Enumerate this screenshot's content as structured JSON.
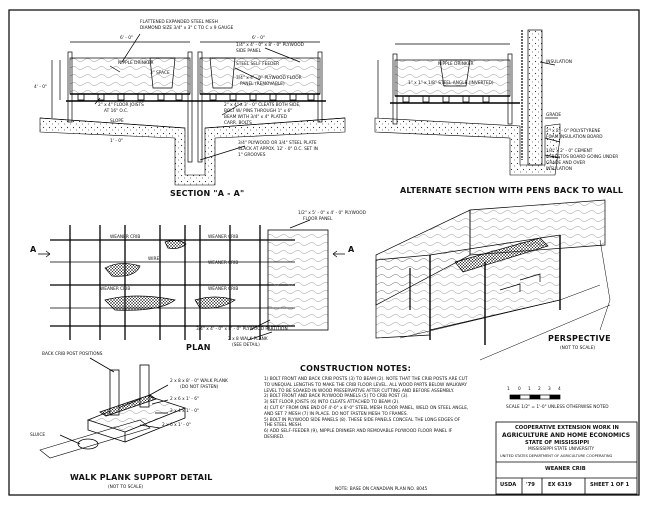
{
  "titles": {
    "section_aa": "SECTION \"A - A\"",
    "alternate": "ALTERNATE SECTION WITH PENS BACK TO WALL",
    "plan": "PLAN",
    "perspective": "PERSPECTIVE",
    "perspective_note": "(NOT TO SCALE)",
    "walk_plank": "WALK PLANK SUPPORT DETAIL",
    "walk_plank_note": "(NOT TO SCALE)",
    "construction_notes": "CONSTRUCTION NOTES:"
  },
  "section_labels": {
    "dim_top_left": "6' - 0\"",
    "dim_top_right": "6' - 0\"",
    "expanded_mesh": "FLATTENED EXPANDED STEEL MESH",
    "expanded_mesh_2": "DIAMOND SIZE 3/4\" x 3\" C TO C x 9 GAUGE",
    "nipple_drinker_left": "NIPPLE DRINKER",
    "plywood_side": "1/4\" x 4' - 0\" x 8' - 0\" PLYWOOD",
    "plywood_side_2": "SIDE PANEL",
    "steel_feeder": "STEEL SELF FEEDER",
    "space": "3\" SPACE",
    "floor_joists": "2\" x 4\" FLOOR JOISTS",
    "floor_joists_2": "AT 16\" O.C.",
    "slope": "SLOPE",
    "floor_panel": "3/4\" x 4' - 0\" PLYWOOD FLOOR",
    "floor_panel_2": "PANEL (REMOVABLE)",
    "cleats": "2\" x 4\" x 3' - 0\" CLEATS BOTH SIDE,",
    "cleats_2": "BOLT W/ PINS THROUGH 1\" x 6\"",
    "cleats_3": "BEAM WITH 3/4\" x 4\" PLATED",
    "cleats_4": "CARR. BOLTS",
    "plywood_slat": "3/4\" PLYWOOD OR 3/4\" STEEL PLATE",
    "plywood_slat_2": "SLACK AT APPOX. 12' - 0\" O.C. SET IN",
    "plywood_slat_3": "1\" GROOVES",
    "dim_left_height": "4' - 0\"",
    "dim_small": "1' - 0\"",
    "insulation": "INSULATION",
    "grade": "GRADE",
    "polystyrene": "2\" x 2' - 0\" POLYSTYRENE",
    "polystyrene_2": "FOAM INSULATION BOARD",
    "cement": "1/4\" x 2' - 0\" CEMENT",
    "cement_2": "ASBESTOS BOARD GOING UNDER",
    "cement_3": "GRADE AND OVER",
    "cement_4": "INSULATION",
    "nipple_drinker_right": "NIPPLE DRINKER",
    "angle_inverted": "1\" x 1\" x 1/8\" STEEL ANGLE (INVERTED)"
  },
  "plan_labels": {
    "weaner_crib_1": "WEANER CRIB",
    "weaner_crib_2": "WEANER CRIB",
    "weaner_crib_3": "WEANER CRIB",
    "weaner_crib_4": "WEANER CRIB",
    "weaner_crib_5": "WEANER CRIB",
    "wire": "WIRE",
    "section_marker": "A",
    "plywood_floor": "1/2\" x 5' - 0\" x 4' - 0\" PLYWOOD",
    "plywood_floor_2": "FLOOR PANEL",
    "partition": "3/4\" x 4' - 0\" x 8' - 0\" PLYWOOD PARTITION",
    "walk_plank": "2 x 8 WALK PLANK",
    "walk_plank_2": "(SEE DETAIL)"
  },
  "detail_labels": {
    "back_crib": "BACK CRIB POST POSITIONS",
    "walk_plank": "2 x 8 x 8' - 0\" WALK PLANK",
    "walk_plank_2": "(DO NOT FASTEN)",
    "block_1": "2 x 6 x 1' - 6\"",
    "block_2": "2 x 4 x 1' - 0\"",
    "sluice": "SLUICE",
    "block_3": "2 x 6 x 1' - 0\""
  },
  "notes": [
    "1)  BOLT FRONT AND BACK CRIB POSTS (3) TO BEAM (2). NOTE THAT THE CRIB POSTS ARE CUT TO UNEQUAL LENGTHS TO MAKE THE CRIB FLOOR LEVEL. ALL WOOD PARTS BELOW WALKWAY LEVEL TO BE SOAKED IN WOOD PRESERVATIVE AFTER CUTTING AND BEFORE ASSEMBLY.",
    "2)  BOLT FRONT AND BACK PLYWOOD PANELS (5) TO CRIB POST (3).",
    "3)  SET FLOOR JOISTS (6) INTO CLEATS ATTACHED TO BEAM (2).",
    "4)  CUT 6\" FROM ONE END OF 4'-0\" x 8'-0\" STEEL MESH FLOOR PANEL, WELD ON STEEL ANGLE, AND SET 7 MESH (7) IN PLACE. DO NOT FASTEN MESH TO FRAMES.",
    "5)  BOLT IN PLYWOOD SIDE PANELS (8). THESE SIDE PANELS CONCEAL THE LONG EDGES OF THE STEEL MESH.",
    "6)  ADD SELF-FEEDER (9), NIPPLE DRINKER AND REMOVABLE PLYWOOD FLOOR PANEL IF DESIRED."
  ],
  "footnote": "NOTE: BASE ON CANADIAN PLAN NO. 8045",
  "scale": {
    "label": "SCALE 1/2\" = 1'-0\" UNLESS OTHERWISE NOTED",
    "ticks": [
      "1",
      "0",
      "1",
      "2",
      "3",
      "4"
    ]
  },
  "title_block": {
    "line1": "COOPERATIVE EXTENSION WORK IN",
    "line2": "AGRICULTURE AND HOME ECONOMICS",
    "line3": "STATE OF MISSISSIPPI",
    "line4": "MISSISSIPPI STATE UNIVERSITY",
    "line5": "UNITED STATES DEPARTMENT OF AGRICULTURE COOPERATING",
    "drawing_title": "WEANER CRIB",
    "org": "USDA",
    "year": "'79",
    "plan_no": "EX 6319",
    "sheet": "SHEET 1 OF 1"
  }
}
